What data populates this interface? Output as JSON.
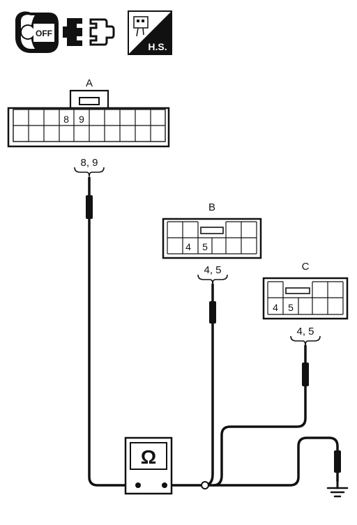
{
  "icons": {
    "ignition_key": {
      "text": "OFF",
      "icon": "ignition-key-off-icon"
    },
    "connector_disconnect": {
      "icon": "disconnect-connector-icon"
    },
    "harness_side": {
      "text": "H.S.",
      "icon": "harness-side-icon"
    }
  },
  "connector_a": {
    "label": "A",
    "pins": [
      "8",
      "9"
    ],
    "terminals_label": "8, 9"
  },
  "connector_b": {
    "label": "B",
    "pins": [
      "4",
      "5"
    ],
    "terminals_label": "4, 5"
  },
  "connector_c": {
    "label": "C",
    "pins": [
      "4",
      "5"
    ],
    "terminals_label": "4, 5"
  },
  "ohmmeter": {
    "symbol": "Ω",
    "icon": "ohmmeter-icon"
  },
  "ground": {
    "icon": "ground-icon"
  },
  "colors": {
    "line": "#111111",
    "background": "#ffffff"
  }
}
